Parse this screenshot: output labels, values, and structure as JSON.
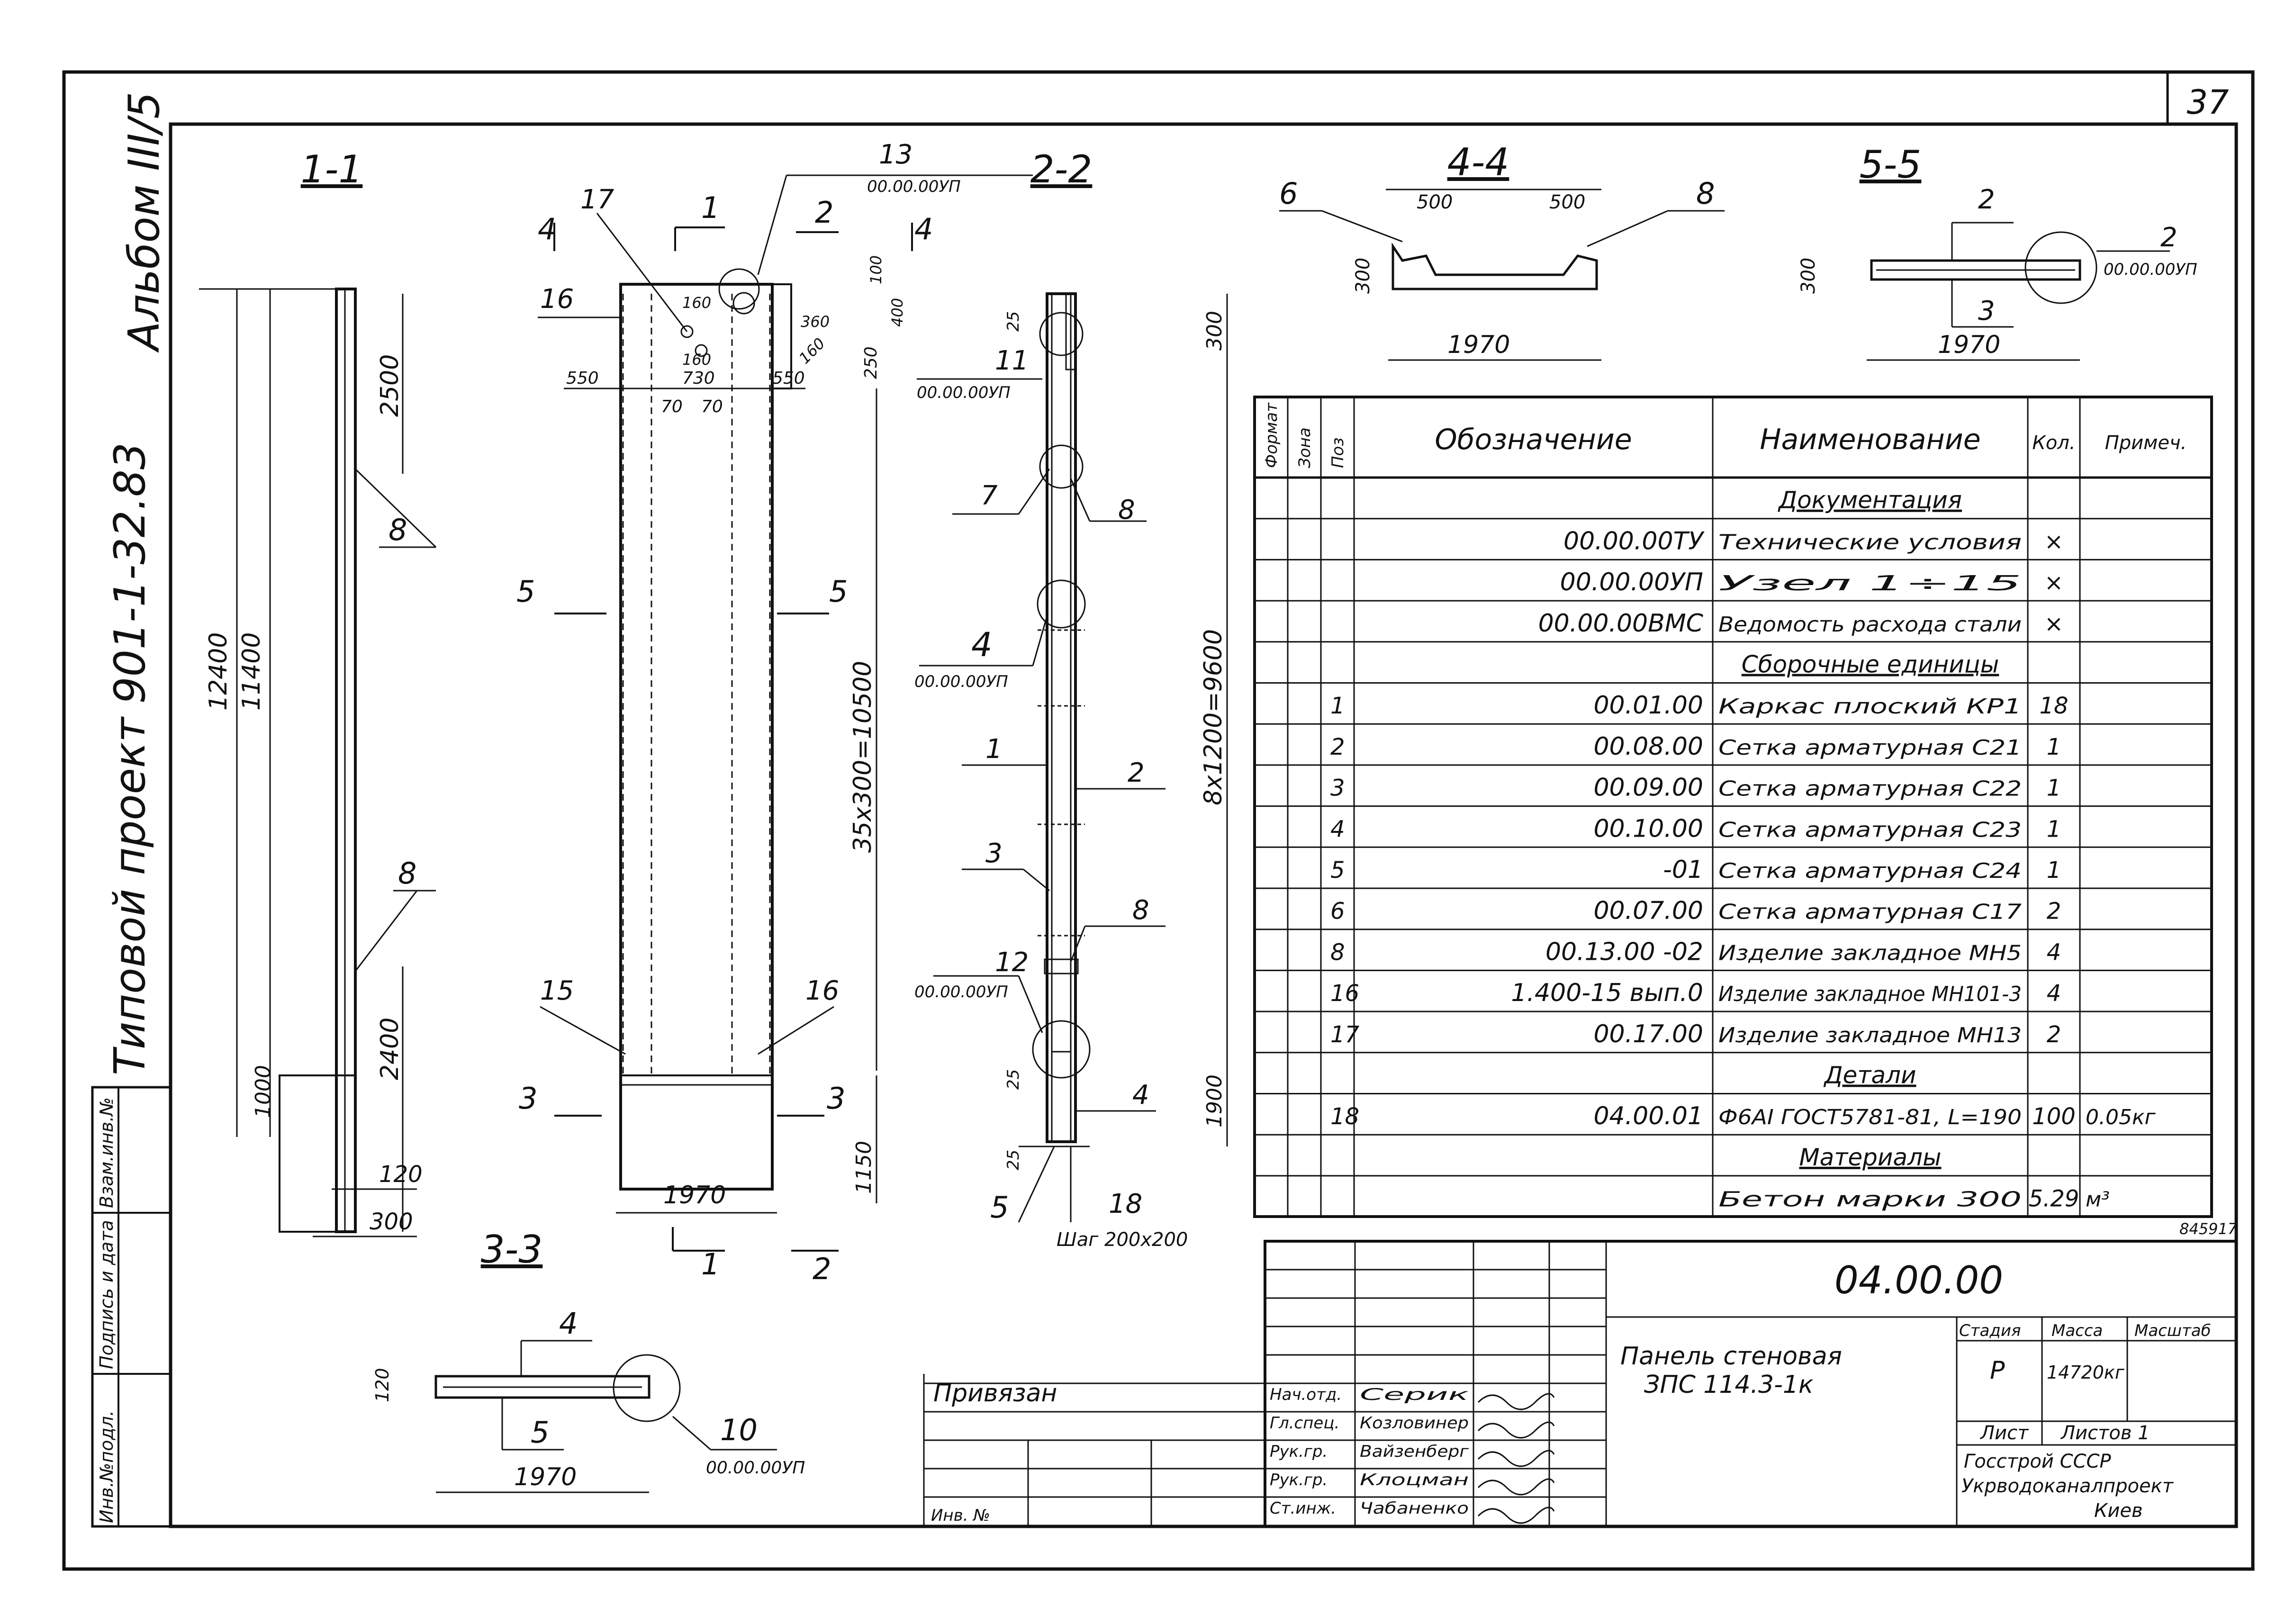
{
  "sheet": {
    "page_number": "37",
    "album_title": "Альбом III/5",
    "project_title": "Типовой проект 901-1-32.83",
    "binding_label": "Привязан",
    "inv_label": "Инв. №"
  },
  "side_stamp": [
    "Инв.№подл.",
    "Подпись и дата",
    "Взам.инв.№"
  ],
  "section_11": {
    "title": "1-1",
    "dims": [
      "12400",
      "11400",
      "2500",
      "2400",
      "1000",
      "120",
      "300"
    ],
    "callouts": [
      "8",
      "8"
    ]
  },
  "elevation": {
    "cut_labels": [
      "4",
      "4",
      "1",
      "1",
      "2",
      "2",
      "5",
      "5",
      "3",
      "3"
    ],
    "callouts": [
      "17",
      "16",
      "13",
      "15",
      "16"
    ],
    "node_ref": "00.00.00УП",
    "dims": [
      "160",
      "160",
      "360",
      "100",
      "400",
      "160",
      "250",
      "550",
      "550",
      "730",
      "70",
      "70",
      "35х300=10500",
      "1150",
      "1970"
    ]
  },
  "section_22": {
    "title": "2-2",
    "callouts": [
      "11",
      "7",
      "8",
      "4",
      "1",
      "2",
      "3",
      "8",
      "12",
      "4",
      "5",
      "18"
    ],
    "node_refs": [
      "00.00.00УП",
      "00.00.00УП",
      "00.00.00УП"
    ],
    "dims": [
      "25",
      "300",
      "8х1200=9600",
      "1900",
      "25",
      "25"
    ],
    "step_note": "Шаг 200х200"
  },
  "section_44": {
    "title": "4-4",
    "dims": [
      "500",
      "500",
      "300",
      "1970"
    ],
    "callouts": [
      "6",
      "8"
    ]
  },
  "section_55": {
    "title": "5-5",
    "dims": [
      "300",
      "1970"
    ],
    "callouts": [
      "2",
      "3",
      "2"
    ],
    "node_ref": "00.00.00УП"
  },
  "section_33": {
    "title": "3-3",
    "dims": [
      "120",
      "1970"
    ],
    "callouts": [
      "4",
      "5",
      "10"
    ],
    "node_ref": "00.00.00УП"
  },
  "spec": {
    "headers": [
      "Формат",
      "Зона",
      "Поз",
      "Обозначение",
      "Наименование",
      "Кол.",
      "Примеч."
    ],
    "rows": [
      {
        "kind": "section",
        "name": "Документация"
      },
      {
        "pos": "",
        "designation": "00.00.00ТУ",
        "name": "Технические условия",
        "qty": "×",
        "note": ""
      },
      {
        "pos": "",
        "designation": "00.00.00УП",
        "name": "Узел 1÷15",
        "qty": "×",
        "note": ""
      },
      {
        "pos": "",
        "designation": "00.00.00ВМС",
        "name": "Ведомость расхода стали",
        "qty": "×",
        "note": ""
      },
      {
        "kind": "section",
        "name": "Сборочные единицы"
      },
      {
        "pos": "1",
        "designation": "00.01.00",
        "name": "Каркас плоский КР1",
        "qty": "18",
        "note": ""
      },
      {
        "pos": "2",
        "designation": "00.08.00",
        "name": "Сетка арматурная С21",
        "qty": "1",
        "note": ""
      },
      {
        "pos": "3",
        "designation": "00.09.00",
        "name": "Сетка арматурная С22",
        "qty": "1",
        "note": ""
      },
      {
        "pos": "4",
        "designation": "00.10.00",
        "name": "Сетка арматурная С23",
        "qty": "1",
        "note": ""
      },
      {
        "pos": "5",
        "designation": "-01",
        "name": "Сетка арматурная С24",
        "qty": "1",
        "note": ""
      },
      {
        "pos": "6",
        "designation": "00.07.00",
        "name": "Сетка арматурная С17",
        "qty": "2",
        "note": ""
      },
      {
        "pos": "8",
        "designation": "00.13.00 -02",
        "name": "Изделие закладное МН5",
        "qty": "4",
        "note": ""
      },
      {
        "pos": "16",
        "designation": "1.400-15 вып.0",
        "name": "Изделие закладное МН101-3",
        "qty": "4",
        "note": ""
      },
      {
        "pos": "17",
        "designation": "00.17.00",
        "name": "Изделие закладное МН13",
        "qty": "2",
        "note": ""
      },
      {
        "kind": "section",
        "name": "Детали"
      },
      {
        "pos": "18",
        "designation": "04.00.01",
        "name": "Ф6АI ГОСТ5781-81, L=190",
        "qty": "100",
        "note": "0.05кг"
      },
      {
        "kind": "section",
        "name": "Материалы"
      },
      {
        "pos": "",
        "designation": "",
        "name": "Бетон марки 300",
        "qty": "5.29",
        "note": "м³"
      }
    ],
    "under_note": "845917"
  },
  "title_block": {
    "code": "04.00.00",
    "product_name_1": "Панель стеновая",
    "product_name_2": "ЗПС 114.3-1к",
    "stage_label": "Стадия",
    "mass_label": "Масса",
    "scale_label": "Масштаб",
    "stage": "Р",
    "mass": "14720кг",
    "sheet_label": "Лист",
    "sheets_label": "Листов 1",
    "org_1": "Госстрой СССР",
    "org_2": "Укрводоканалпроект",
    "org_3": "Киев",
    "signers": [
      {
        "role": "Нач.отд.",
        "name": "Серик"
      },
      {
        "role": "Гл.спец.",
        "name": "Козловинер"
      },
      {
        "role": "Рук.гр.",
        "name": "Вайзенберг"
      },
      {
        "role": "Рук.гр.",
        "name": "Клоцман"
      },
      {
        "role": "Ст.инж.",
        "name": "Чабаненко"
      }
    ]
  }
}
